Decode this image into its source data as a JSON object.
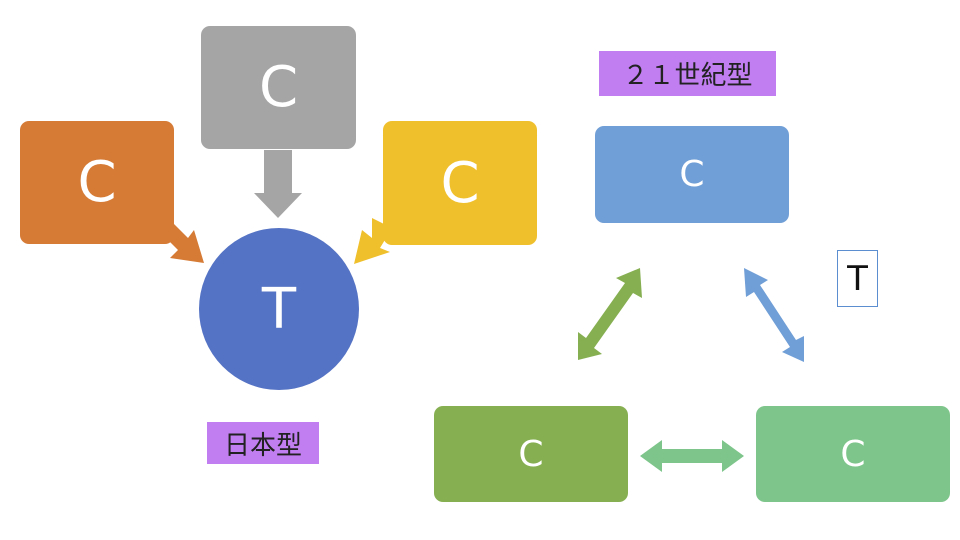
{
  "left_diagram": {
    "label": "日本型",
    "center": "T",
    "top": "C",
    "left": "C",
    "right": "C"
  },
  "right_diagram": {
    "label": "２１世紀型",
    "top": "C",
    "bottom_left": "C",
    "bottom_right": "C",
    "side_label": "T"
  },
  "colors": {
    "orange": "#d57b36",
    "gray": "#a5a5a5",
    "gold": "#f0bf2c",
    "blue_circle": "#5573c4",
    "light_blue": "#709ed6",
    "green": "#86af51",
    "light_green": "#7dc58a",
    "purple_label": "#c07ef0"
  }
}
